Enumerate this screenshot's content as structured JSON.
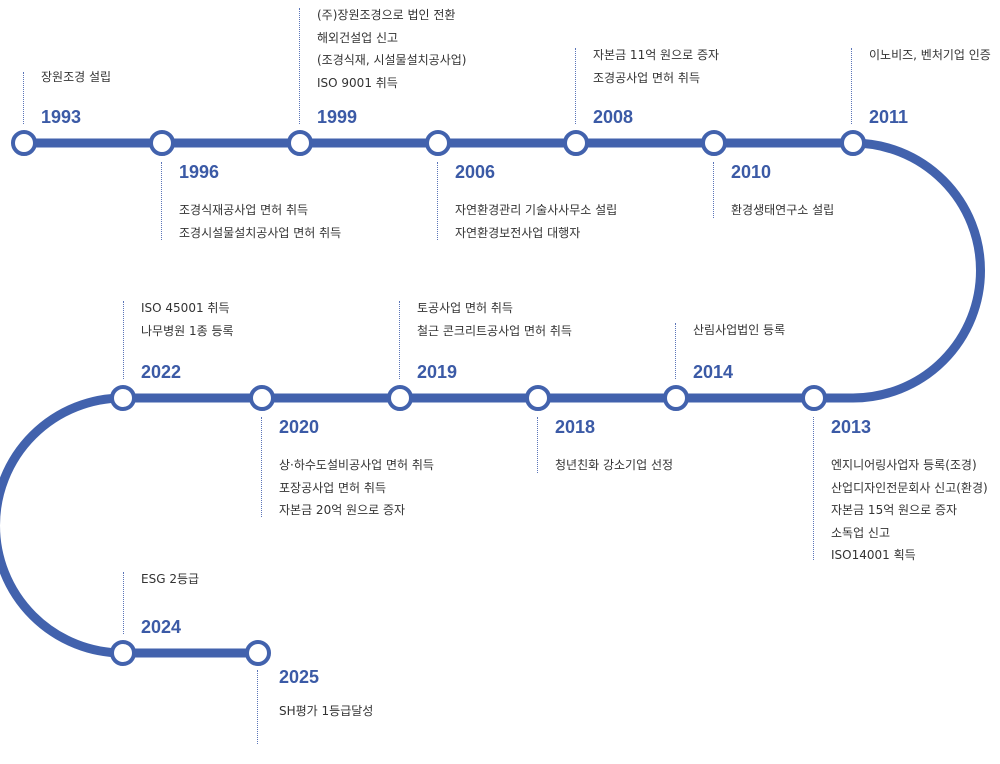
{
  "colors": {
    "track": "#4262ad",
    "node_fill": "#ffffff",
    "year_text": "#3b5aa6",
    "desc_text": "#333333",
    "dots": "#5b75b8"
  },
  "events": [
    {
      "year": "1993",
      "items": [
        "장원조경 설립"
      ]
    },
    {
      "year": "1996",
      "items": [
        "조경식재공사업 면허 취득",
        "조경시설물설치공사업 면허 취득"
      ]
    },
    {
      "year": "1999",
      "items": [
        "(주)장원조경으로 법인 전환",
        "해외건설업 신고",
        "(조경식재, 시설물설치공사업)",
        "ISO 9001 취득"
      ]
    },
    {
      "year": "2006",
      "items": [
        "자연환경관리 기술사사무소 설립",
        "자연환경보전사업 대행자"
      ]
    },
    {
      "year": "2008",
      "items": [
        "자본금 11억 원으로 증자",
        "조경공사업 면허 취득"
      ]
    },
    {
      "year": "2010",
      "items": [
        "환경생태연구소 설립"
      ]
    },
    {
      "year": "2011",
      "items": [
        "이노비즈, 벤처기업 인증"
      ]
    },
    {
      "year": "2013",
      "items": [
        "엔지니어링사업자 등록(조경)",
        "산업디자인전문회사 신고(환경)",
        "자본금 15억 원으로 증자",
        "소독업 신고",
        "ISO14001 획득"
      ]
    },
    {
      "year": "2014",
      "items": [
        "산림사업법인 등록"
      ]
    },
    {
      "year": "2018",
      "items": [
        "청년친화 강소기업 선정"
      ]
    },
    {
      "year": "2019",
      "items": [
        "토공사업 면허 취득",
        "철근 콘크리트공사업 면허 취득"
      ]
    },
    {
      "year": "2020",
      "items": [
        "상·하수도설비공사업 면허 취득",
        "포장공사업 면허 취득",
        "자본금 20억 원으로 증자"
      ]
    },
    {
      "year": "2022",
      "items": [
        "ISO 45001 취득",
        "나무병원 1종 등록"
      ]
    },
    {
      "year": "2024",
      "items": [
        "ESG 2등급"
      ]
    },
    {
      "year": "2025",
      "items": [
        "SH평가 1등급달성"
      ]
    }
  ]
}
